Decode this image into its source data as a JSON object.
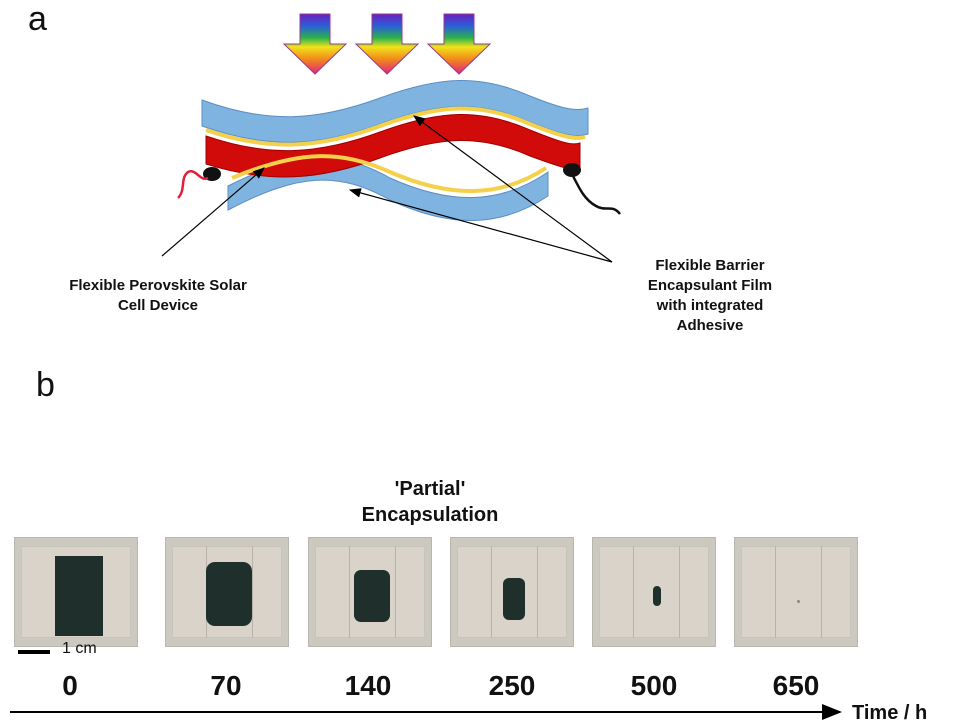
{
  "panel_a": {
    "label": "a",
    "callout_device": [
      "Flexible Perovskite Solar",
      "Cell Device"
    ],
    "callout_film": [
      "Flexible Barrier",
      "Encapsulant Film",
      "with integrated",
      "Adhesive"
    ],
    "colors": {
      "barrier": "#7fb3e0",
      "adhesive": "#f5d04a",
      "device": "#d10a0a"
    }
  },
  "panel_b": {
    "label": "b",
    "title": [
      "'Partial'",
      "Encapsulation"
    ],
    "scale_label": "1 cm",
    "axis_label": "Time / h",
    "timepoints": [
      "0",
      "70",
      "140",
      "250",
      "500",
      "650"
    ],
    "remaining_dark_fraction": [
      1.0,
      0.7,
      0.5,
      0.3,
      0.08,
      0.0
    ]
  }
}
